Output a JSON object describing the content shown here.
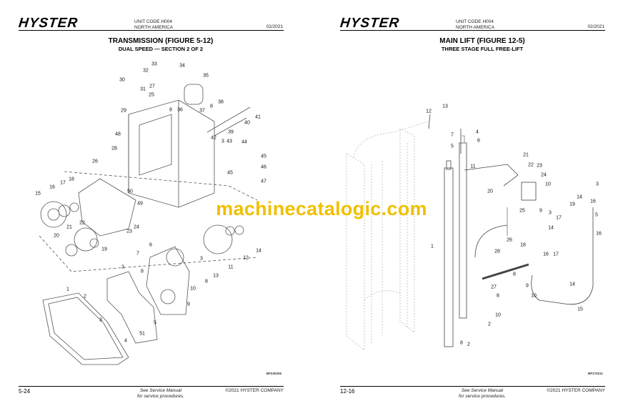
{
  "left_page": {
    "logo": "HYSTER",
    "unit_code": "UNIT CODE H004",
    "region": "NORTH AMERICA",
    "date": "02/2021",
    "title": "TRANSMISSION (FIGURE 5-12)",
    "subtitle": "DUAL SPEED — SECTION 2 OF 2",
    "figure_code": "BP240206",
    "page_number": "5-24",
    "note_line1": "See Service Manual",
    "note_line2": "for service procedures.",
    "copyright": "©2021 HYSTER COMPANY",
    "callouts": [
      "33",
      "32",
      "34",
      "35",
      "30",
      "31",
      "27",
      "25",
      "8",
      "29",
      "36",
      "37",
      "38",
      "8",
      "41",
      "40",
      "39",
      "48",
      "42",
      "3",
      "43",
      "44",
      "28",
      "45",
      "26",
      "46",
      "45",
      "18",
      "17",
      "16",
      "47",
      "50",
      "15",
      "49",
      "22",
      "21",
      "23",
      "24",
      "20",
      "14",
      "12",
      "19",
      "6",
      "7",
      "11",
      "3",
      "3",
      "13",
      "8",
      "8",
      "10",
      "9",
      "1",
      "2",
      "3",
      "5",
      "4",
      "51"
    ]
  },
  "right_page": {
    "logo": "HYSTER",
    "unit_code": "UNIT CODE H004",
    "region": "NORTH AMERICA",
    "date": "02/2021",
    "title": "MAIN LIFT (FIGURE 12-5)",
    "subtitle": "THREE STAGE FULL FREE-LIFT",
    "figure_code": "BP170211",
    "page_number": "12-16",
    "note_line1": "See Service Manual",
    "note_line2": "for service procedures.",
    "copyright": "©2021 HYSTER COMPANY",
    "callouts": [
      "12",
      "13",
      "4",
      "7",
      "6",
      "5",
      "11",
      "21",
      "22",
      "23",
      "24",
      "10",
      "20",
      "3",
      "14",
      "19",
      "16",
      "17",
      "25",
      "9",
      "3",
      "5",
      "14",
      "16",
      "1",
      "26",
      "18",
      "16",
      "17",
      "28",
      "27",
      "8",
      "9",
      "10",
      "14",
      "15",
      "8",
      "10",
      "2",
      "8",
      "2"
    ]
  },
  "watermark": "machinecatalogic.com"
}
